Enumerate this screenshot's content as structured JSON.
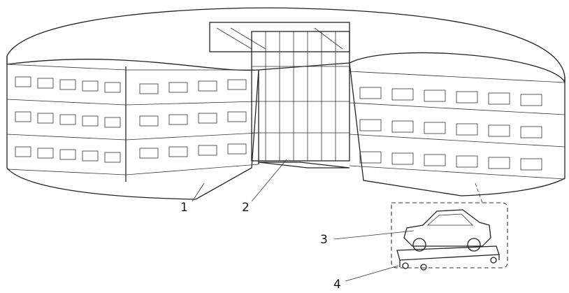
{
  "diagram": {
    "callouts": [
      {
        "id": "1",
        "text": "1"
      },
      {
        "id": "2",
        "text": "2"
      },
      {
        "id": "3",
        "text": "3"
      },
      {
        "id": "4",
        "text": "4"
      }
    ],
    "levels": 3,
    "colors": {
      "stroke": "#222222",
      "background": "#ffffff"
    }
  }
}
